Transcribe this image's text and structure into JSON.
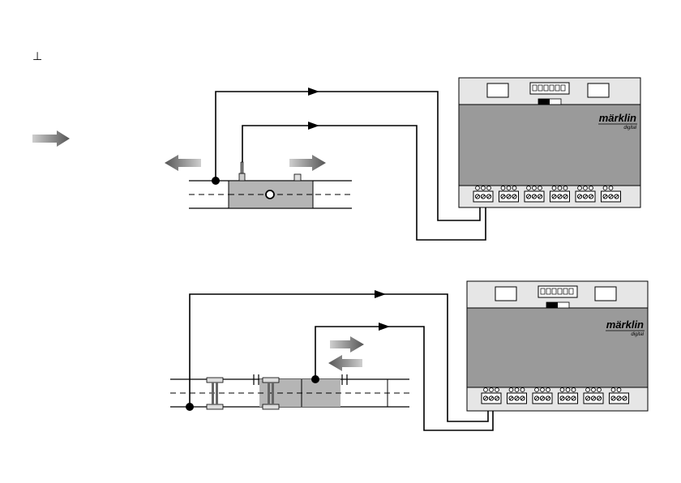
{
  "page": {
    "corner_mark": "⊥"
  },
  "decoders": [
    {
      "brand": "märklin",
      "sub": "digital",
      "terminal_groups": 6
    },
    {
      "brand": "märklin",
      "sub": "digital",
      "terminal_groups": 6
    }
  ],
  "colors": {
    "line": "#000000",
    "panel_light": "#e6e6e6",
    "panel_dark": "#9a9a9a",
    "arrow_fill": "#777777",
    "contact_fill": "#b5b5b5",
    "track_bg": "#ffffff"
  }
}
